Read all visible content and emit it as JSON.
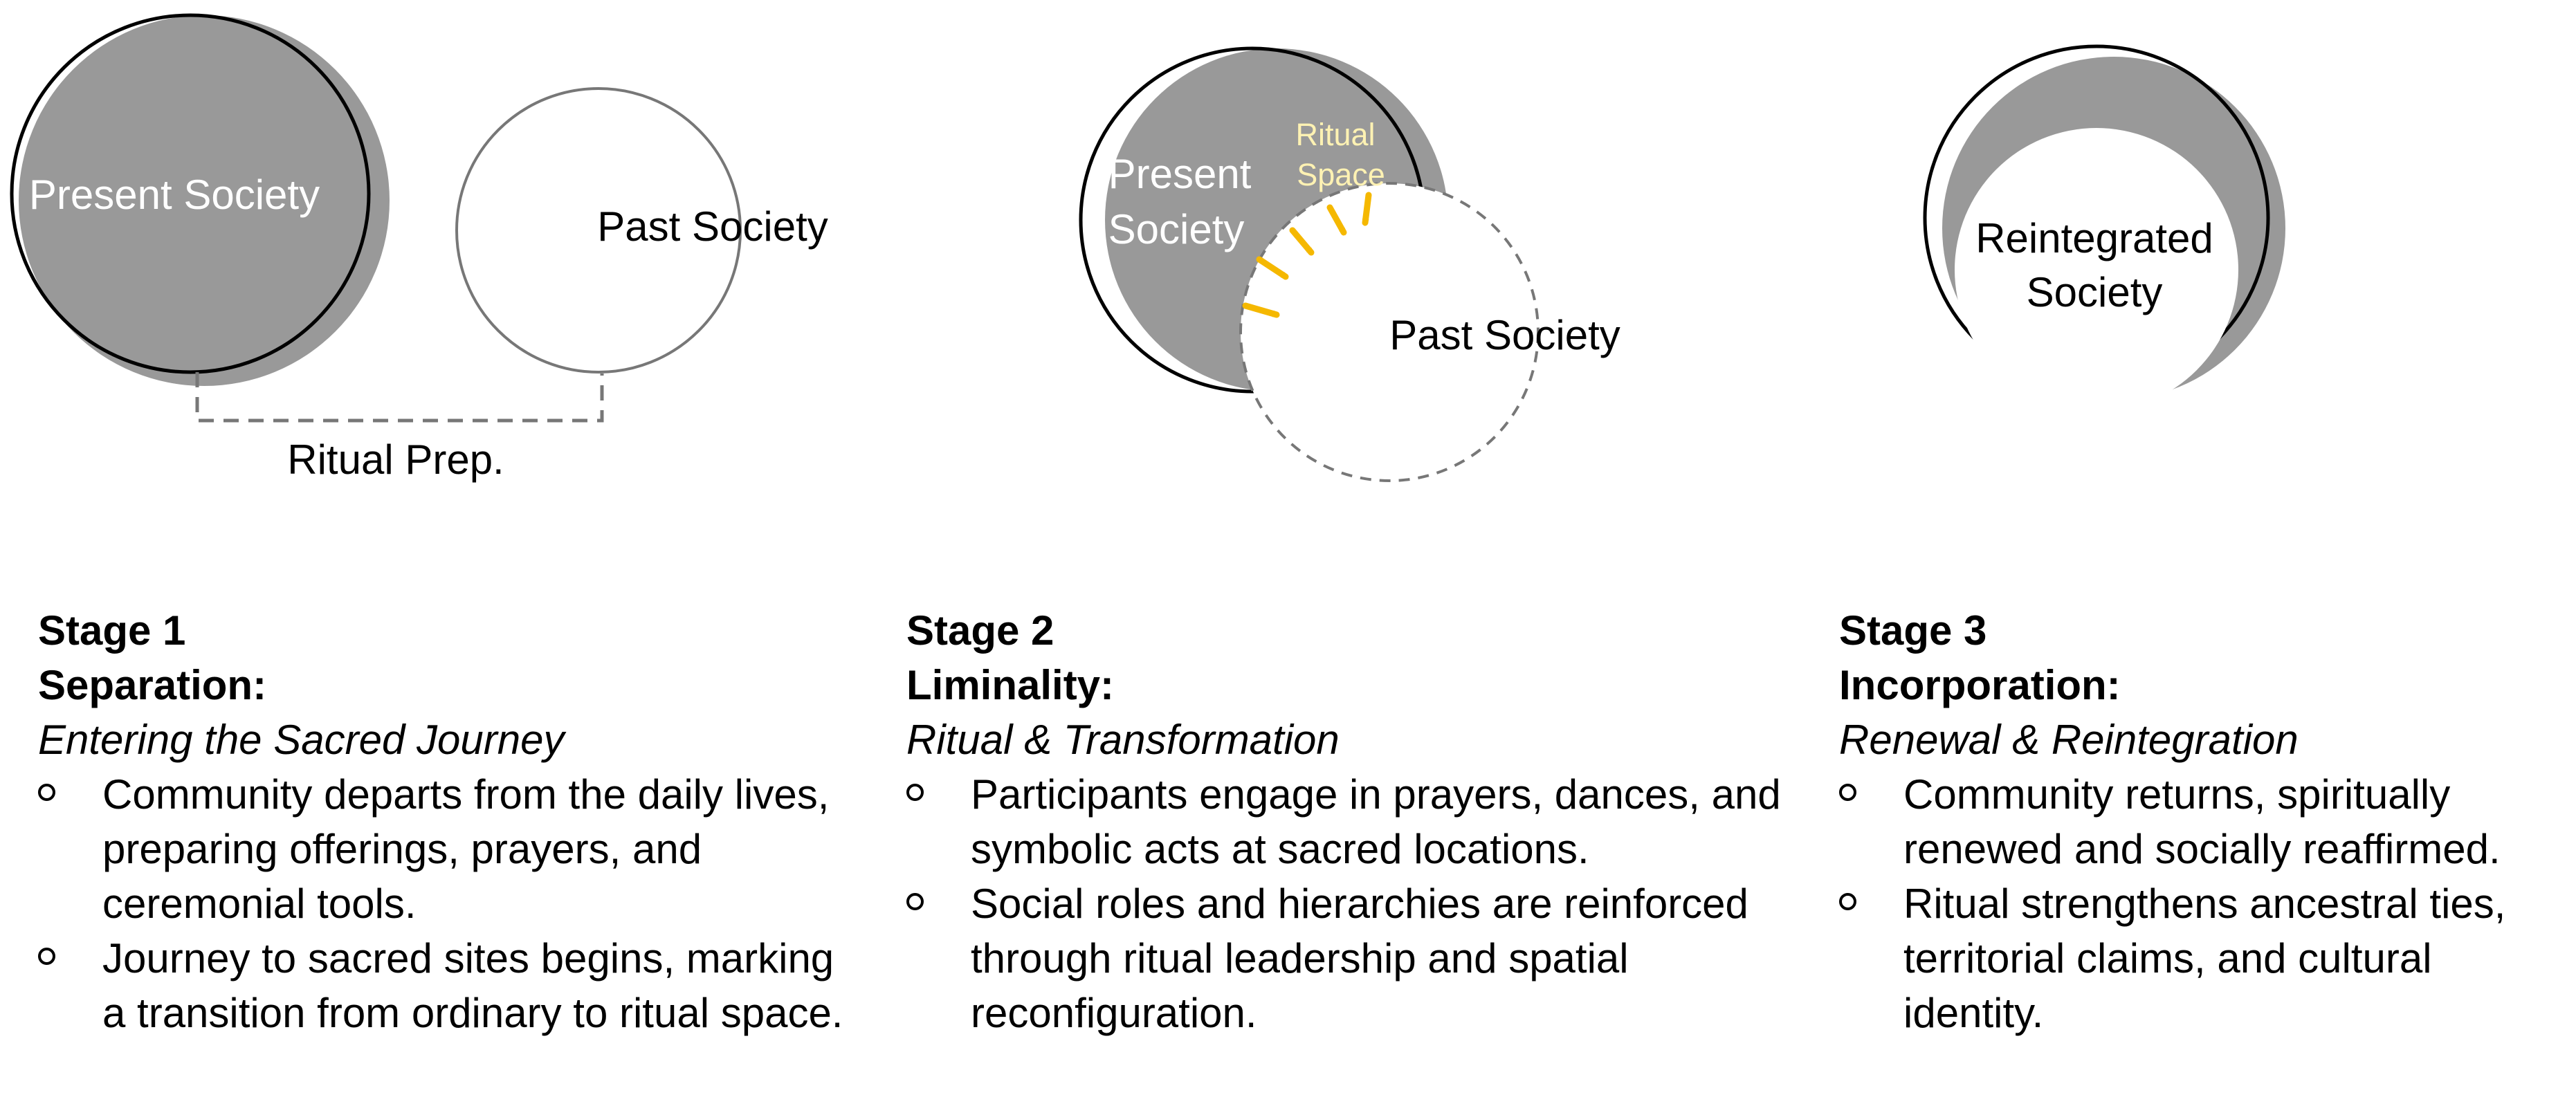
{
  "diagram": {
    "stage1": {
      "circle_left_label": "Present Society",
      "circle_right_label": "Past Society",
      "connector_label": "Ritual Prep."
    },
    "stage2": {
      "present_label_line1": "Present",
      "present_label_line2": "Society",
      "ritual_label_line1": "Ritual",
      "ritual_label_line2": "Space",
      "past_label": "Past Society"
    },
    "stage3": {
      "label_line1": "Reintegrated",
      "label_line2": "Society"
    },
    "colors": {
      "circle_fill": "#999999",
      "outline": "#000000",
      "dashed": "#777777",
      "arrow": "#F5B800",
      "ritual_label": "#FFF2B3",
      "light_text": "#FFFFFF"
    }
  },
  "stages": [
    {
      "number": "Stage 1",
      "name": "Separation:",
      "subtitle": "Entering the Sacred Journey",
      "bullets": [
        "Community departs from the daily lives, preparing offerings, prayers, and ceremonial tools.",
        "Journey to sacred sites begins, marking a transition from ordinary to ritual space."
      ]
    },
    {
      "number": "Stage 2",
      "name": "Liminality:",
      "subtitle": "Ritual & Transformation",
      "bullets": [
        "Participants engage in prayers, dances, and symbolic acts at sacred locations.",
        "Social roles and hierarchies are reinforced through ritual leadership and spatial reconfiguration."
      ]
    },
    {
      "number": "Stage 3",
      "name": "Incorporation:",
      "subtitle": "Renewal & Reintegration",
      "bullets": [
        "Community returns, spiritually renewed and socially reaffirmed.",
        "Ritual strengthens ancestral ties, territorial claims, and cultural identity."
      ]
    }
  ]
}
